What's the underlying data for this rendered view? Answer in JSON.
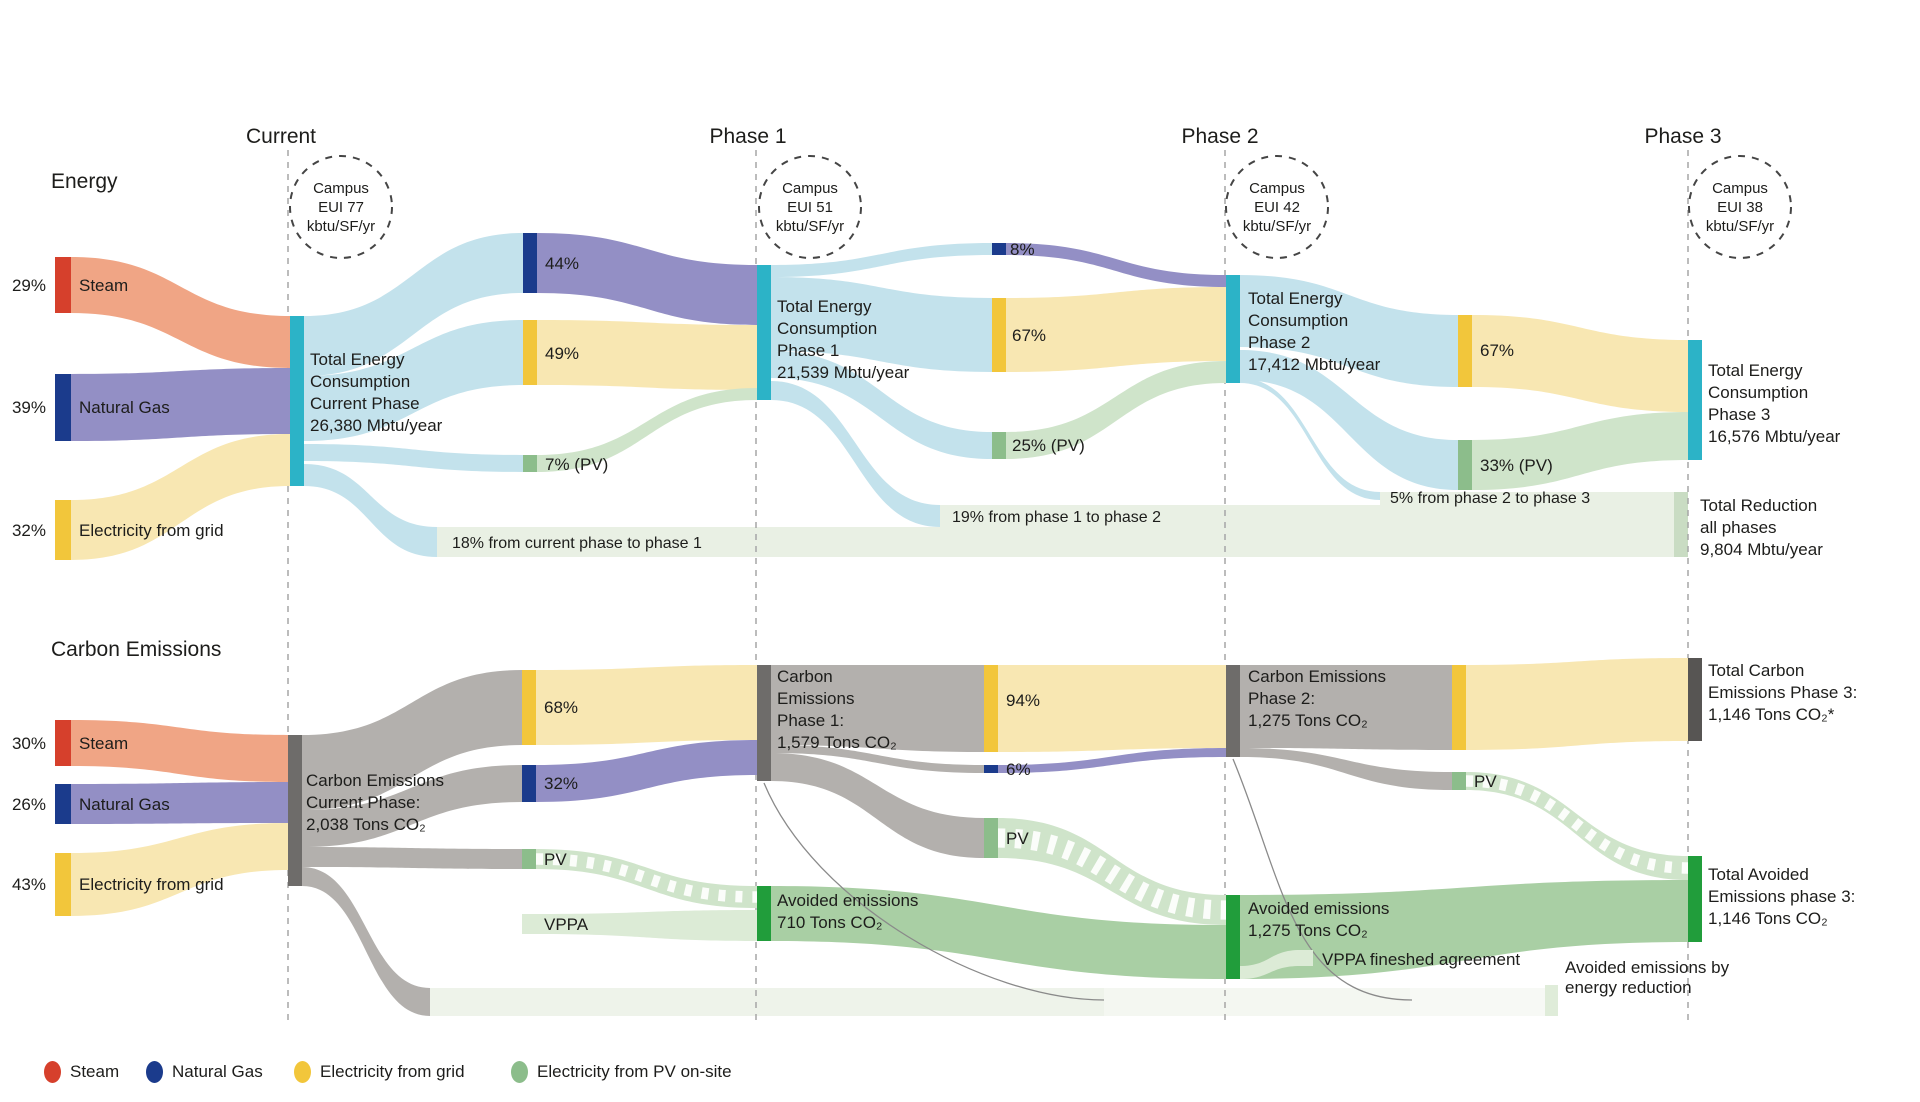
{
  "phases": {
    "headers": [
      "Current",
      "Phase 1",
      "Phase 2",
      "Phase 3"
    ],
    "eui": [
      "Campus\nEUI 77\nkbtu/SF/yr",
      "Campus\nEUI 51\nkbtu/SF/yr",
      "Campus\nEUI 42\nkbtu/SF/yr",
      "Campus\nEUI 38\nkbtu/SF/yr"
    ]
  },
  "energy": {
    "title": "Energy",
    "source_pcts": [
      "29%",
      "39%",
      "32%"
    ],
    "source_labels": [
      "Steam",
      "Natural Gas",
      "Electricity from grid"
    ],
    "node_current": "Total Energy\nConsumption\nCurrent Phase\n26,380 Mbtu/year",
    "node_p1": "Total Energy\nConsumption\nPhase 1\n21,539 Mbtu/year",
    "node_p2": "Total Energy\nConsumption\nPhase 2\n17,412 Mbtu/year",
    "node_p3": "Total Energy\nConsumption\nPhase 3\n16,576 Mbtu/year",
    "mid_c1": [
      "44%",
      "49%",
      "7% (PV)"
    ],
    "mid_c2": [
      "8%",
      "67%",
      "25% (PV)"
    ],
    "mid_c3": [
      "67%",
      "33% (PV)"
    ],
    "reductions": [
      "18% from current phase to phase 1",
      "19% from phase 1 to phase 2",
      "5% from phase 2 to phase 3"
    ],
    "total_reduction": "Total Reduction\nall phases\n9,804 Mbtu/year"
  },
  "carbon": {
    "title": "Carbon Emissions",
    "source_pcts": [
      "30%",
      "26%",
      "43%"
    ],
    "source_labels": [
      "Steam",
      "Natural Gas",
      "Electricity from grid"
    ],
    "node_current": "Carbon Emissions\nCurrent Phase:\n2,038 Tons CO₂",
    "node_p1": "Carbon\nEmissions\nPhase 1:\n1,579 Tons CO₂",
    "node_p2": "Carbon Emissions\nPhase 2:\n1,275 Tons CO₂",
    "mid_c1": [
      "68%",
      "32%",
      "PV",
      "VPPA"
    ],
    "mid_c2": [
      "94%",
      "6%",
      "PV"
    ],
    "mid_c3_pv": "PV",
    "avoided_p1": "Avoided emissions\n710 Tons CO₂",
    "avoided_p2": "Avoided emissions\n1,275 Tons CO₂",
    "vppa_note": "VPPA fineshed agreement",
    "total_carbon": "Total Carbon\nEmissions Phase 3:\n1,146 Tons CO₂*",
    "total_avoided": "Total Avoided\nEmissions phase 3:\n1,146 Tons CO₂",
    "avoided_note": "Avoided emissions by\nenergy reduction"
  },
  "legend": {
    "items": [
      {
        "label": "Steam",
        "color": "#d6402c"
      },
      {
        "label": "Natural Gas",
        "color": "#1b3b8c"
      },
      {
        "label": "Electricity from grid",
        "color": "#f2c63b"
      },
      {
        "label": "Electricity from PV on-site",
        "color": "#8cbd8b"
      }
    ]
  },
  "colors": {
    "steam_node": "#d6402c",
    "steam_flow": "#f0a585",
    "gas_node": "#1b3b8c",
    "gas_flow": "#938fc5",
    "grid_node": "#f2c63b",
    "grid_flow": "#f8e7b2",
    "pv_node": "#8cbd8b",
    "pv_flow": "#cfe4ca",
    "energy_node": "#2cb3c7",
    "energy_flow": "#c3e2ec",
    "carbon_node": "#6e6c6a",
    "carbon_flow": "#b3b0ad",
    "avoided_node": "#219d3b",
    "avoided_flow": "#a9cfa4",
    "reduction_band": "#e9f0e4",
    "bottom_band": "#eef3ea",
    "vppa_flow": "#dcebd6"
  },
  "chart_data": {
    "type": "sankey",
    "sections": [
      {
        "name": "Energy",
        "unit": "Mbtu/year",
        "stages": [
          {
            "phase": "Current",
            "campus_eui_kbtu_sf_yr": 77,
            "total_mbtu_year": 26380,
            "inputs": [
              {
                "source": "Steam",
                "pct": 29
              },
              {
                "source": "Natural Gas",
                "pct": 39
              },
              {
                "source": "Electricity from grid",
                "pct": 32
              }
            ]
          },
          {
            "phase": "Phase 1",
            "campus_eui_kbtu_sf_yr": 51,
            "total_mbtu_year": 21539,
            "inputs": [
              {
                "source": "Natural Gas",
                "pct": 44
              },
              {
                "source": "Electricity from grid",
                "pct": 49
              },
              {
                "source": "Electricity from PV on-site",
                "pct": 7
              }
            ]
          },
          {
            "phase": "Phase 2",
            "campus_eui_kbtu_sf_yr": 42,
            "total_mbtu_year": 17412,
            "inputs": [
              {
                "source": "Natural Gas",
                "pct": 8
              },
              {
                "source": "Electricity from grid",
                "pct": 67
              },
              {
                "source": "Electricity from PV on-site",
                "pct": 25
              }
            ]
          },
          {
            "phase": "Phase 3",
            "campus_eui_kbtu_sf_yr": 38,
            "total_mbtu_year": 16576,
            "inputs": [
              {
                "source": "Electricity from grid",
                "pct": 67
              },
              {
                "source": "Electricity from PV on-site",
                "pct": 33
              }
            ]
          }
        ],
        "reductions": [
          {
            "label": "18% from current phase to phase 1",
            "pct": 18
          },
          {
            "label": "19% from phase 1 to phase 2",
            "pct": 19
          },
          {
            "label": "5% from phase 2 to phase 3",
            "pct": 5
          }
        ],
        "total_reduction_mbtu_year": 9804
      },
      {
        "name": "Carbon Emissions",
        "unit": "Tons CO2",
        "stages": [
          {
            "phase": "Current",
            "total_tons_co2": 2038,
            "inputs": [
              {
                "source": "Steam",
                "pct": 30
              },
              {
                "source": "Natural Gas",
                "pct": 26
              },
              {
                "source": "Electricity from grid",
                "pct": 43
              }
            ],
            "outputs": [
              {
                "label": "Electricity from grid",
                "pct": 68
              },
              {
                "label": "Natural Gas",
                "pct": 32
              },
              {
                "label": "PV"
              },
              {
                "label": "VPPA"
              }
            ]
          },
          {
            "phase": "Phase 1",
            "total_tons_co2": 1579,
            "avoided_tons_co2": 710,
            "outputs": [
              {
                "label": "Electricity from grid",
                "pct": 94
              },
              {
                "label": "Natural Gas",
                "pct": 6
              },
              {
                "label": "PV"
              }
            ]
          },
          {
            "phase": "Phase 2",
            "total_tons_co2": 1275,
            "avoided_tons_co2": 1275,
            "note": "VPPA fineshed agreement",
            "outputs": [
              {
                "label": "Electricity from grid"
              },
              {
                "label": "PV"
              }
            ]
          },
          {
            "phase": "Phase 3",
            "total_tons_co2": 1146,
            "avoided_tons_co2": 1146
          }
        ],
        "notes": [
          "Avoided emissions by energy reduction"
        ]
      }
    ]
  }
}
